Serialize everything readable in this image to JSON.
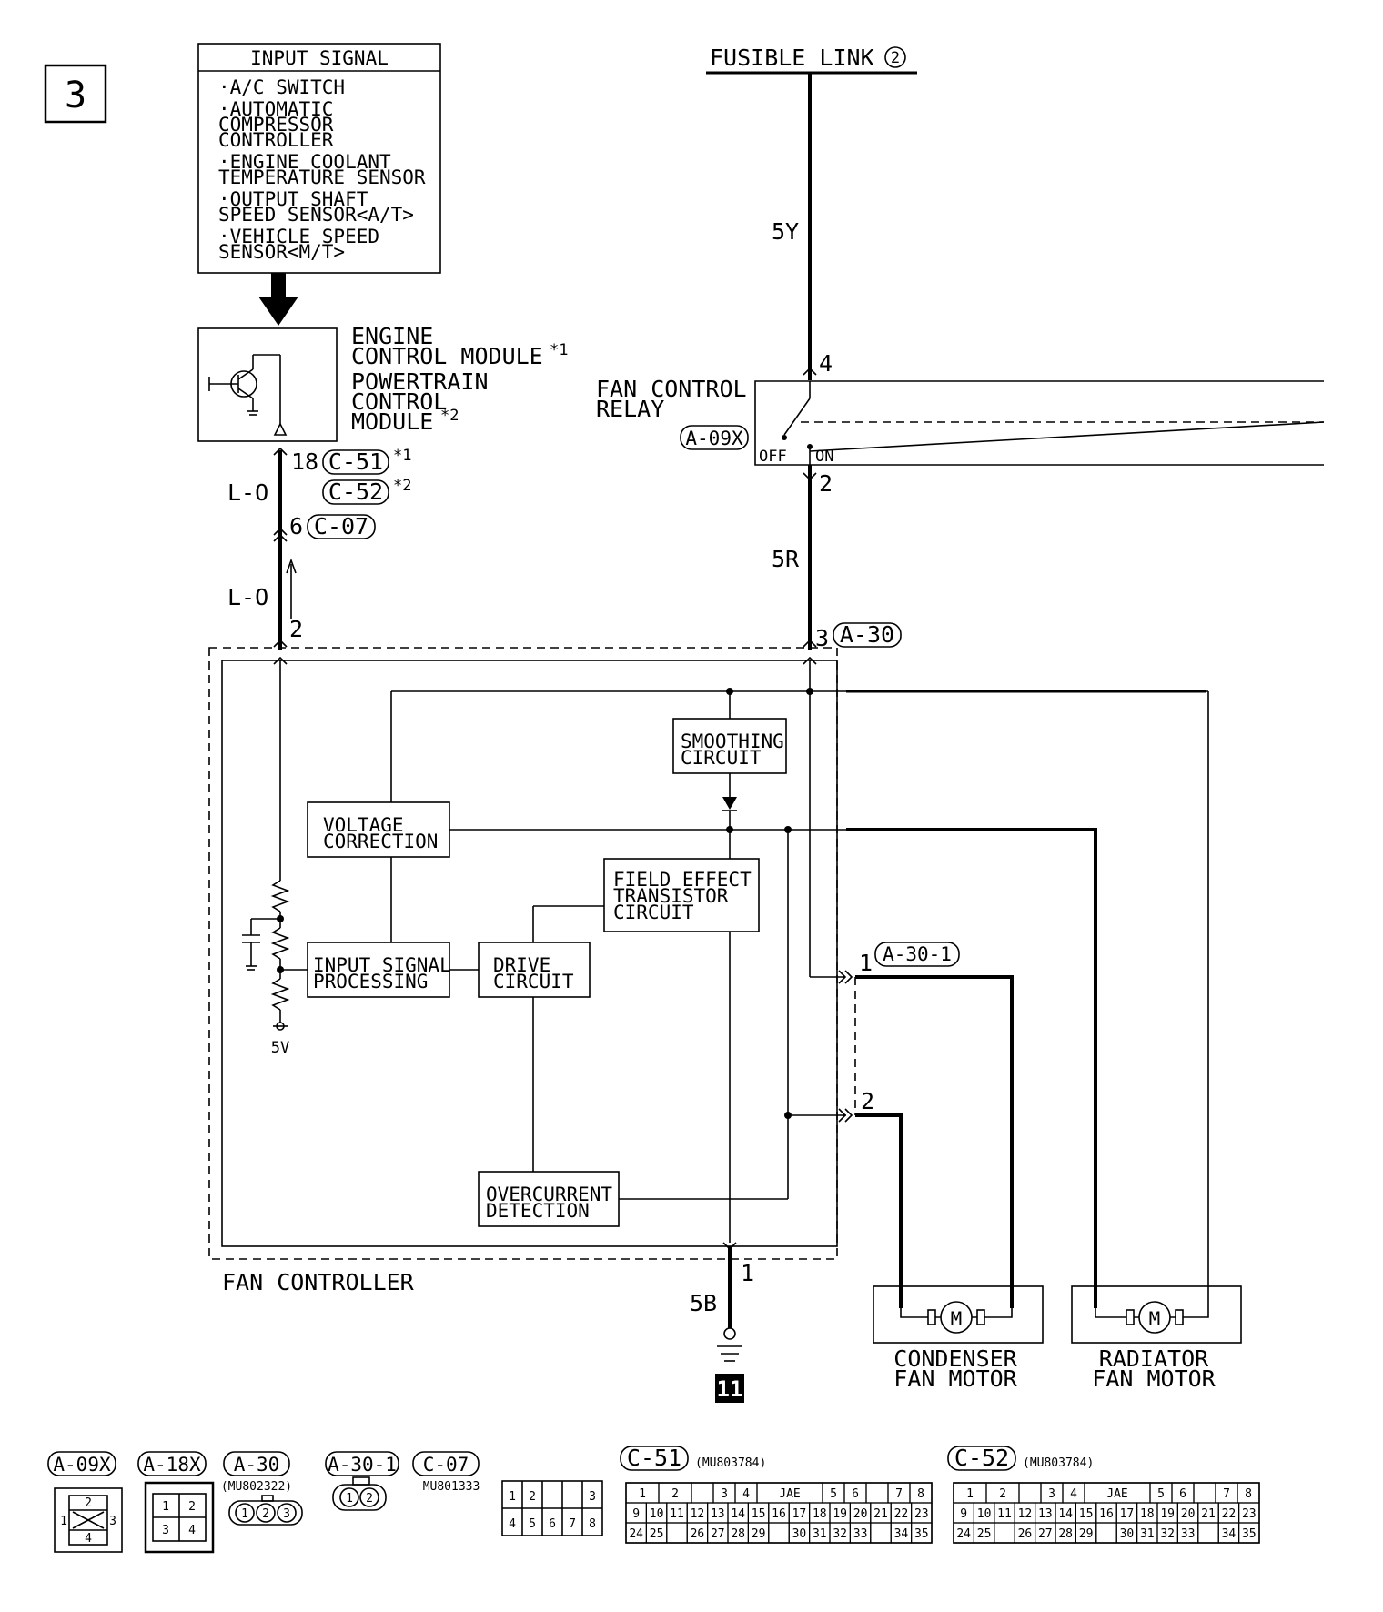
{
  "page": {
    "section_number": "3",
    "ground_ref": "11"
  },
  "input_signal": {
    "title": "INPUT SIGNAL",
    "items": [
      [
        "·A/C SWITCH"
      ],
      [
        "·AUTOMATIC",
        " COMPRESSOR",
        " CONTROLLER"
      ],
      [
        "·ENGINE COOLANT",
        " TEMPERATURE SENSOR"
      ],
      [
        "·OUTPUT SHAFT",
        " SPEED SENSOR<A/T>"
      ],
      [
        "·VEHICLE SPEED",
        " SENSOR<M/T>"
      ]
    ]
  },
  "ecm": {
    "line1": "ENGINE",
    "line2": "CONTROL MODULE",
    "note1": "*1",
    "line3": "POWERTRAIN",
    "line4": "CONTROL",
    "line5": "MODULE",
    "note2": "*2"
  },
  "power": {
    "label": "FUSIBLE LINK",
    "num": "2"
  },
  "relay": {
    "line1": "FAN CONTROL",
    "line2": "RELAY",
    "connector": "A-09X",
    "off": "OFF",
    "on": "ON",
    "pin_top": "4",
    "pin_bottom": "2"
  },
  "wires": {
    "w5y": "5Y",
    "w5r": "5R",
    "wlo1": "L-O",
    "wlo2": "L-O",
    "w5b": "5B"
  },
  "connectors": {
    "c51": {
      "pin": "18",
      "name": "C-51",
      "note": "*1"
    },
    "c52": {
      "name": "C-52",
      "note": "*2"
    },
    "c07": {
      "pin": "6",
      "name": "C-07"
    },
    "ctrl_in": {
      "pin": "2"
    },
    "a30": {
      "pin": "3",
      "name": "A-30"
    },
    "a301": {
      "pin1": "1",
      "name": "A-30-1",
      "pin2": "2"
    },
    "gnd": {
      "pin": "1"
    }
  },
  "fan_controller": {
    "label": "FAN CONTROLLER",
    "smoothing": [
      "SMOOTHING",
      "CIRCUIT"
    ],
    "voltage": [
      "VOLTAGE",
      "CORRECTION"
    ],
    "fet": [
      "FIELD EFFECT",
      "TRANSISTOR",
      "CIRCUIT"
    ],
    "input_proc": [
      "INPUT SIGNAL",
      "PROCESSING"
    ],
    "drive": [
      "DRIVE",
      "CIRCUIT"
    ],
    "overcurrent": [
      "OVERCURRENT",
      "DETECTION"
    ],
    "v5": "5V"
  },
  "motors": {
    "condenser": [
      "CONDENSER",
      "FAN MOTOR"
    ],
    "radiator": [
      "RADIATOR",
      "FAN MOTOR"
    ],
    "symbol": "M"
  },
  "legend": {
    "a09x": {
      "name": "A-09X",
      "pins": [
        "2",
        "1",
        "3",
        "4"
      ]
    },
    "a18x": {
      "name": "A-18X",
      "pins": [
        "1",
        "2",
        "3",
        "4"
      ]
    },
    "a30": {
      "name": "A-30",
      "part": "(MU802322)",
      "pins": [
        "1",
        "2",
        "3"
      ]
    },
    "a301": {
      "name": "A-30-1",
      "pins": [
        "1",
        "2"
      ]
    },
    "c07": {
      "name": "C-07",
      "part": "MU801333",
      "row1": [
        "1",
        "2",
        "",
        "3"
      ],
      "row2": [
        "4",
        "5",
        "6",
        "7",
        "8"
      ]
    },
    "c51": {
      "name": "C-51",
      "part": "(MU803784)"
    },
    "c52": {
      "name": "C-52",
      "part": "(MU803784)"
    },
    "jae": {
      "row1": [
        "1",
        "2",
        "",
        "3",
        "4",
        "JAE",
        "5",
        "6",
        "",
        "7",
        "8"
      ],
      "row2": [
        "9",
        "10",
        "11",
        "12",
        "13",
        "14",
        "15",
        "16",
        "17",
        "18",
        "19",
        "20",
        "21",
        "22",
        "23"
      ],
      "row3": [
        "24",
        "25",
        "",
        "26",
        "27",
        "28",
        "29",
        "",
        "30",
        "31",
        "32",
        "33",
        "",
        "34",
        "35"
      ]
    }
  }
}
